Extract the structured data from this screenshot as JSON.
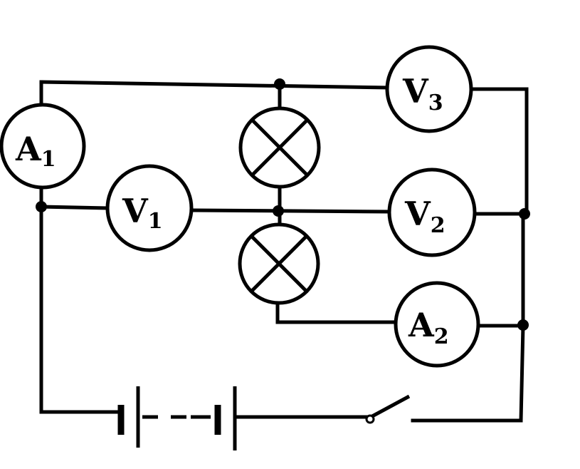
{
  "meters": {
    "a1": {
      "letter": "A",
      "sub": "1"
    },
    "v1": {
      "letter": "V",
      "sub": "1"
    },
    "v2": {
      "letter": "V",
      "sub": "2"
    },
    "v3": {
      "letter": "V",
      "sub": "3"
    },
    "a2": {
      "letter": "A",
      "sub": "2"
    }
  },
  "components": {
    "lamps": [
      "lamp-top",
      "lamp-bottom"
    ],
    "battery": "battery-pack",
    "switch": "open-switch"
  }
}
